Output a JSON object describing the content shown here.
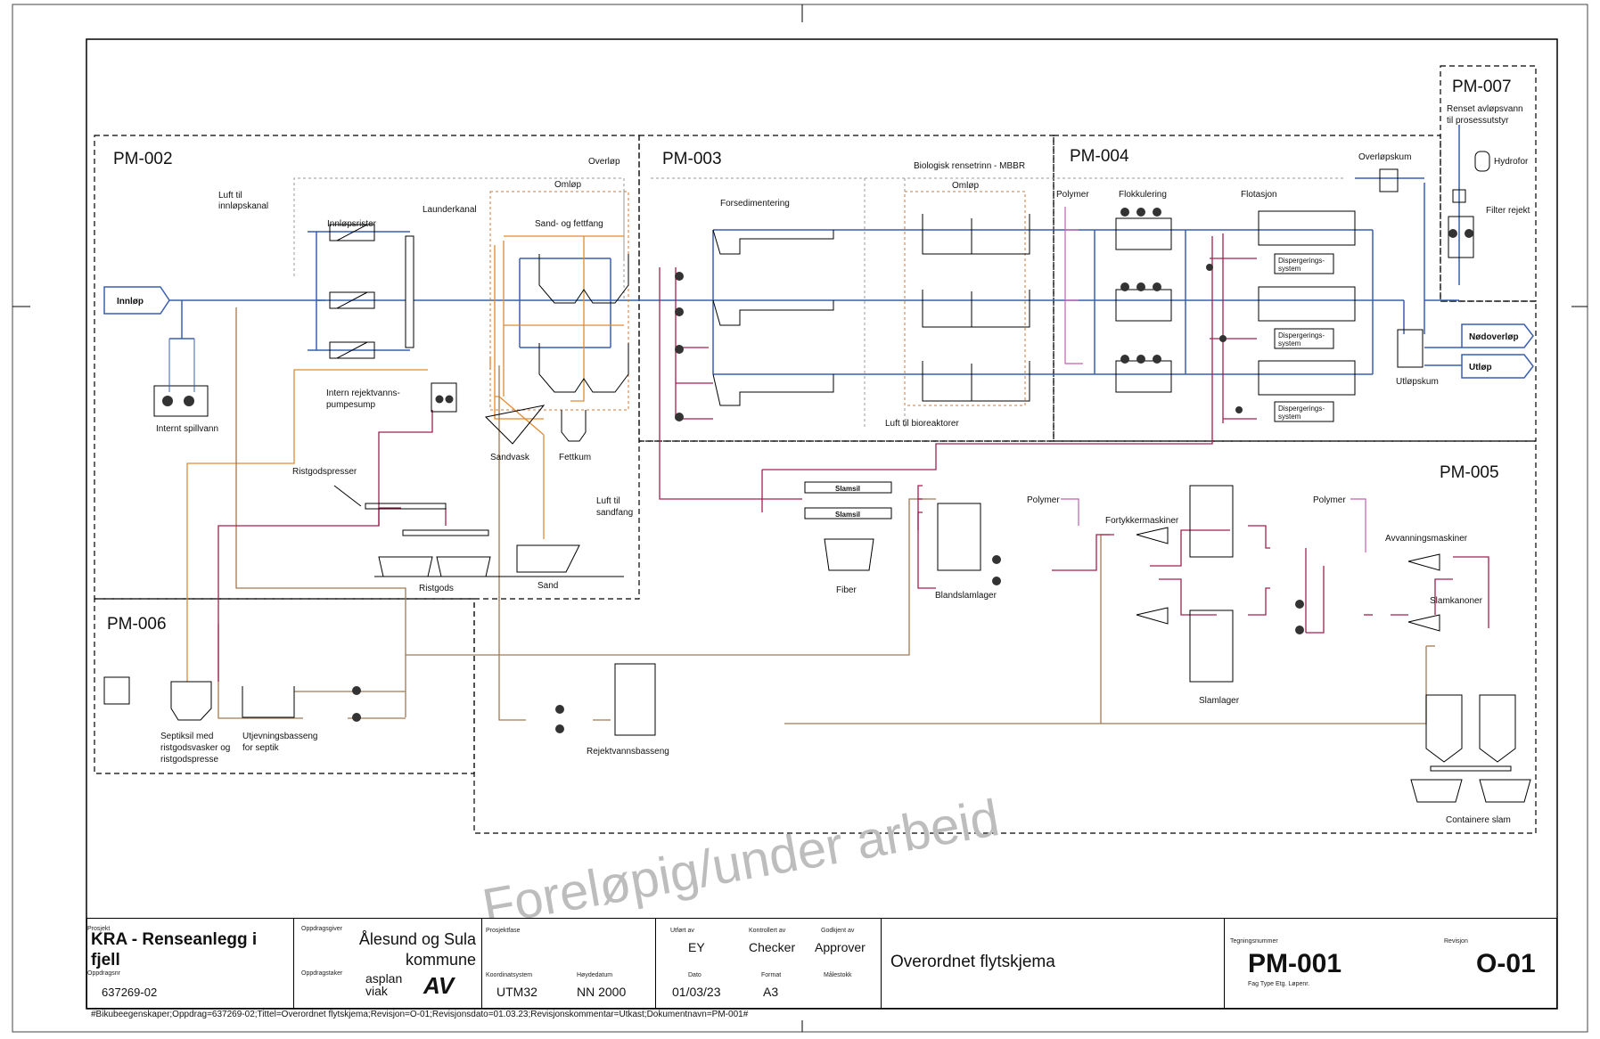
{
  "sections": {
    "pm002": "PM-002",
    "pm003": "PM-003",
    "pm004": "PM-004",
    "pm005": "PM-005",
    "pm006": "PM-006",
    "pm007": "PM-007"
  },
  "labels": {
    "innlop": "Innløp",
    "luft_innlopskanal_1": "Luft til",
    "luft_innlopskanal_2": "innløpskanal",
    "innlopsrister": "Innløpsrister",
    "launderkanal": "Launderkanal",
    "overlop": "Overløp",
    "omlop_1": "Omløp",
    "sand_fettfang": "Sand- og fettfang",
    "intern_rejekt_1": "Intern rejektvanns-",
    "intern_rejekt_2": "pumpesump",
    "internt_spillvann": "Internt spillvann",
    "ristgodspresser": "Ristgodspresser",
    "sandvask": "Sandvask",
    "fettkum": "Fettkum",
    "luft_sandfang_1": "Luft til",
    "luft_sandfang_2": "sandfang",
    "ristgods": "Ristgods",
    "sand": "Sand",
    "forsedimentering": "Forsedimentering",
    "biologisk": "Biologisk rensetrinn - MBBR",
    "omlop_2": "Omløp",
    "luft_bioreaktorer": "Luft til bioreaktorer",
    "polymer_1": "Polymer",
    "flokkulering": "Flokkulering",
    "flotasjon": "Flotasjon",
    "overlopskum": "Overløpskum",
    "dispergering_1": "Dispergerings-",
    "dispergering_2": "system",
    "renset_1": "Renset avløpsvann",
    "renset_2": "til prosessutstyr",
    "hydrofor": "Hydrofor",
    "filter_rejekt": "Filter rejekt",
    "nodoverlop": "Nødoverløp",
    "utlop": "Utløp",
    "utlopskum": "Utløpskum",
    "slamsil": "Slamsil",
    "fiber": "Fiber",
    "blandslamlager": "Blandslamlager",
    "polymer_2": "Polymer",
    "fortykkermaskiner": "Fortykkermaskiner",
    "slamlager": "Slamlager",
    "polymer_3": "Polymer",
    "avvanningsmaskiner": "Avvanningsmaskiner",
    "slamkanoner": "Slamkanoner",
    "containere_slam": "Containere slam",
    "rejektvannsbasseng": "Rejektvannsbasseng",
    "septiksil_1": "Septiksil med",
    "septiksil_2": "ristgodsvasker og",
    "septiksil_3": "ristgodspresse",
    "utjevning_1": "Utjevningsbasseng",
    "utjevning_2": "for septik"
  },
  "watermark": "Foreløpig/under arbeid",
  "title_block": {
    "prosjekt_caption": "Prosjekt",
    "prosjekt": "KRA - Renseanlegg i fjell",
    "oppdragsgiver_caption": "Oppdragsgiver",
    "oppdragsgiver": "Ålesund og Sula kommune",
    "oppdragsnr_caption": "Oppdragsnr",
    "oppdragsnr": "637269-02",
    "oppdragstaker_caption": "Oppdragstaker",
    "logo_text": "asplan viak",
    "prosjektfase_caption": "Prosjektfase",
    "koordinatsystem_caption": "Koordinatsystem",
    "koordinatsystem": "UTM32",
    "hoydedatum_caption": "Høydedatum",
    "hoydedatum": "NN 2000",
    "utfort_caption": "Utført av",
    "utfort": "EY",
    "kontrollert_caption": "Kontrollert av",
    "kontrollert": "Checker",
    "godkjent_caption": "Godkjent av",
    "godkjent": "Approver",
    "dato_caption": "Dato",
    "dato": "01/03/23",
    "format_caption": "Format",
    "format": "A3",
    "malestokk_caption": "Målestokk",
    "tittel": "Overordnet flytskjema",
    "tegningsnummer_caption": "Tegningsnummer",
    "tegningsnummer": "PM-001",
    "tegn_sub": "Fag   Type    Etg.  Løpenr.",
    "revisjon_caption": "Revisjon",
    "revisjon": "O-01"
  },
  "metadata_line": "#Bikubeegenskaper;Oppdrag=637269-02;Tittel=Overordnet flytskjema;Revisjon=O-01;Revisjonsdato=01.03.23;Revisjonskommentar=Utkast;Dokumentnavn=PM-001#",
  "colors": {
    "water": "#3a5fb0",
    "sludge": "#a02050",
    "reject": "#e08a30",
    "drain": "#a07a50",
    "polymer": "#c060b0",
    "frame": "#000000"
  }
}
